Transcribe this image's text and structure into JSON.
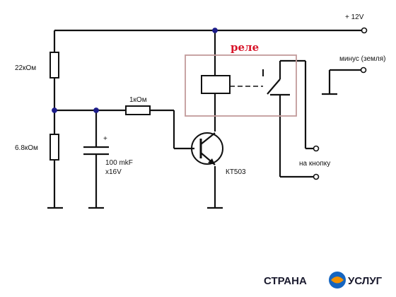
{
  "labels": {
    "supply": "+ 12V",
    "ground": "минус (земля)",
    "relay": "реле",
    "r_top": "22кОм",
    "r_bottom": "6.8кОм",
    "r_base": "1кОм",
    "cap_polarity": "+",
    "cap_value": "100 mkF",
    "cap_voltage": "x16V",
    "transistor": "КТ503",
    "button": "на кнопку"
  },
  "logo": {
    "left_text": "СТРАНА",
    "right_text": "УСЛУГ"
  },
  "colors": {
    "wire": "#111111",
    "node": "#1c1c8a",
    "relay_box": "#c29a9a",
    "relay_title": "#d8152a",
    "logo_blue": "#1565c0",
    "logo_orange": "#f39200"
  }
}
